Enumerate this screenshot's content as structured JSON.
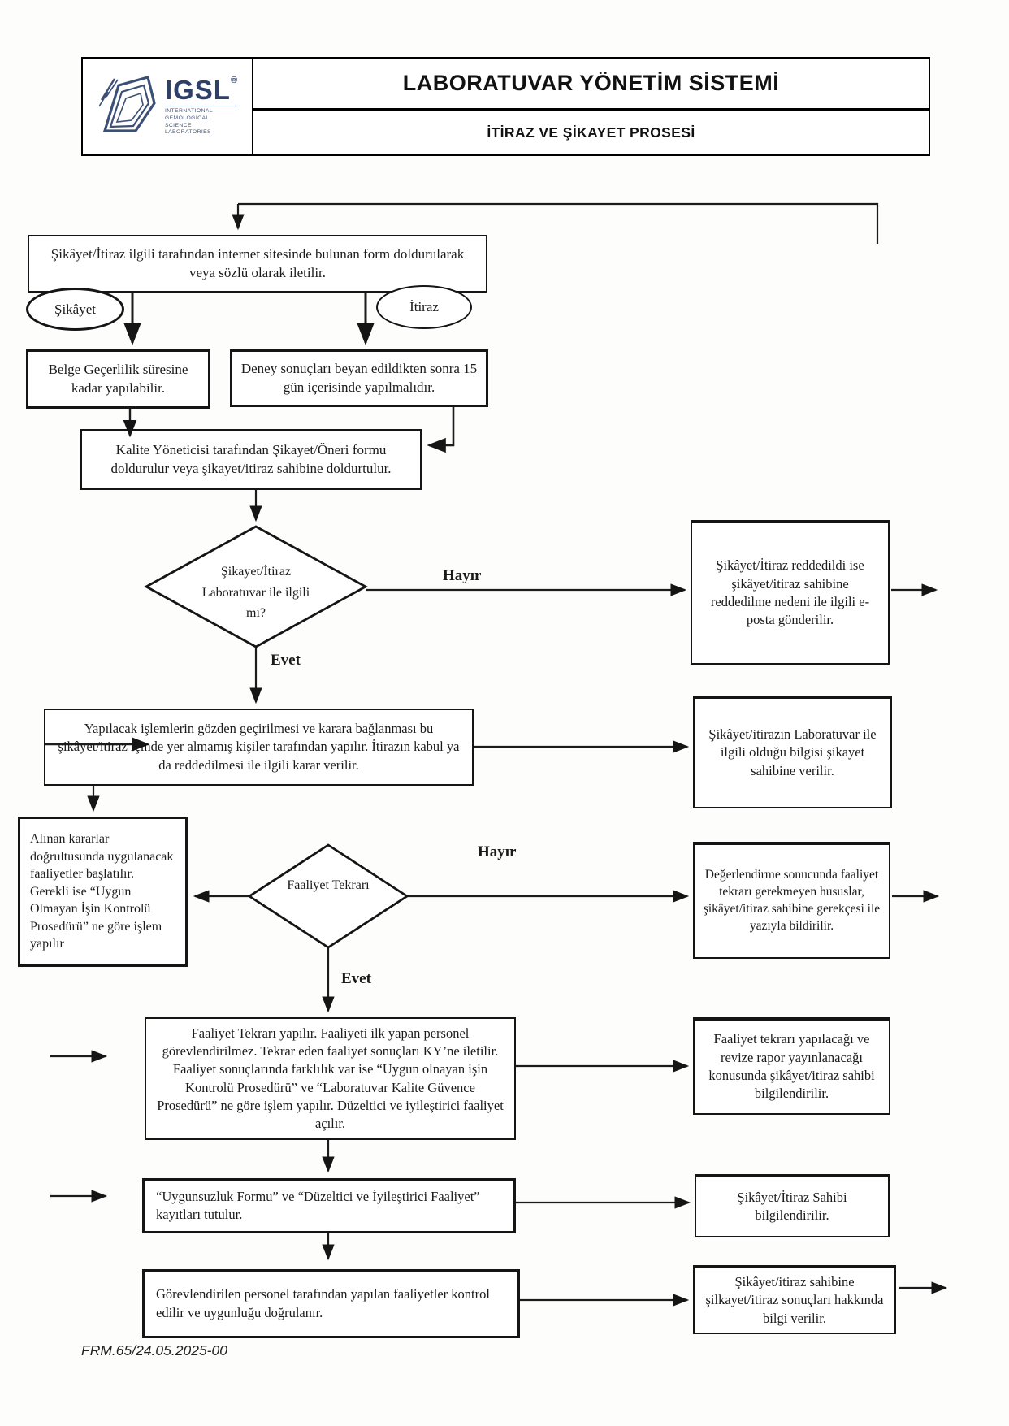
{
  "header": {
    "title": "LABORATUVAR YÖNETİM SİSTEMİ",
    "subtitle": "İTİRAZ VE ŞİKAYET PROSESİ",
    "logo": {
      "name": "IGSL",
      "registered": "®",
      "lines": [
        "INTERNATIONAL",
        "GEMOLOGICAL",
        "SCIENCE",
        "LABORATORIES"
      ],
      "accent_color": "#2e4068"
    }
  },
  "flow": {
    "start": "Şikâyet/İtiraz ilgili tarafından internet sitesinde bulunan form doldurularak veya sözlü olarak iletilir.",
    "sikayet_ellipse": "Şikâyet",
    "itiraz_ellipse": "İtiraz",
    "belge": "Belge Geçerlilik süresine kadar yapılabilir.",
    "deney": "Deney sonuçları beyan edildikten sonra 15 gün içerisinde yapılmalıdır.",
    "kalite": "Kalite Yöneticisi tarafından Şikayet/Öneri formu doldurulur veya şikayet/itiraz sahibine doldurtulur.",
    "diamond_ilgili": "Şikayet/İtiraz Laboratuvar ile ilgili mi?",
    "hayir": "Hayır",
    "evet": "Evet",
    "reddedildi": "Şikâyet/İtiraz reddedildi ise şikâyet/itiraz sahibine reddedilme nedeni ile ilgili e-posta gönderilir.",
    "gozden": "Yapılacak işlemlerin gözden geçirilmesi ve karara bağlanması bu şikâyet/itiraz içinde yer almamış kişiler tarafından yapılır. İtirazın kabul ya da reddedilmesi ile ilgili karar verilir.",
    "itirazin_bilgi": "Şikâyet/itirazın Laboratuvar ile ilgili olduğu bilgisi şikayet sahibine verilir.",
    "alinan": "Alınan kararlar doğrultusunda uygulanacak faaliyetler başlatılır. Gerekli ise “Uygun Olmayan İşin Kontrolü Prosedürü” ne göre işlem yapılır",
    "diamond_faaliyet": "Faaliyet Tekrarı",
    "degerlendirme": "Değerlendirme sonucunda faaliyet tekrarı gerekmeyen hususlar, şikâyet/itiraz sahibine gerekçesi ile yazıyla bildirilir.",
    "faaliyet_tekrari": "Faaliyet Tekrarı yapılır. Faaliyeti ilk yapan personel görevlendirilmez. Tekrar eden faaliyet sonuçları KY’ne iletilir. Faaliyet sonuçlarında farklılık var ise “Uygun olnayan işin Kontrolü Prosedürü” ve “Laboratuvar Kalite Güvence Prosedürü” ne göre işlem yapılır. Düzeltici ve iyileştirici faaliyet açılır.",
    "tekrar_bilgi": "Faaliyet tekrarı yapılacağı ve revize rapor yayınlanacağı konusunda şikâyet/itiraz sahibi bilgilendirilir.",
    "uygunsuzluk": "“Uygunsuzluk Formu” ve “Düzeltici ve İyileştirici Faaliyet” kayıtları tutulur.",
    "sahibi_bilgi": "Şikâyet/İtiraz Sahibi bilgilendirilir.",
    "gorevlendirilen": "Görevlendirilen personel tarafından yapılan faaliyetler kontrol edilir ve uygunluğu doğrulanır.",
    "sonuc_bilgi": "Şikâyet/itiraz sahibine şilkayet/itiraz sonuçları hakkında bilgi verilir."
  },
  "footer": {
    "doc_code": "FRM.65/24.05.2025-00"
  }
}
